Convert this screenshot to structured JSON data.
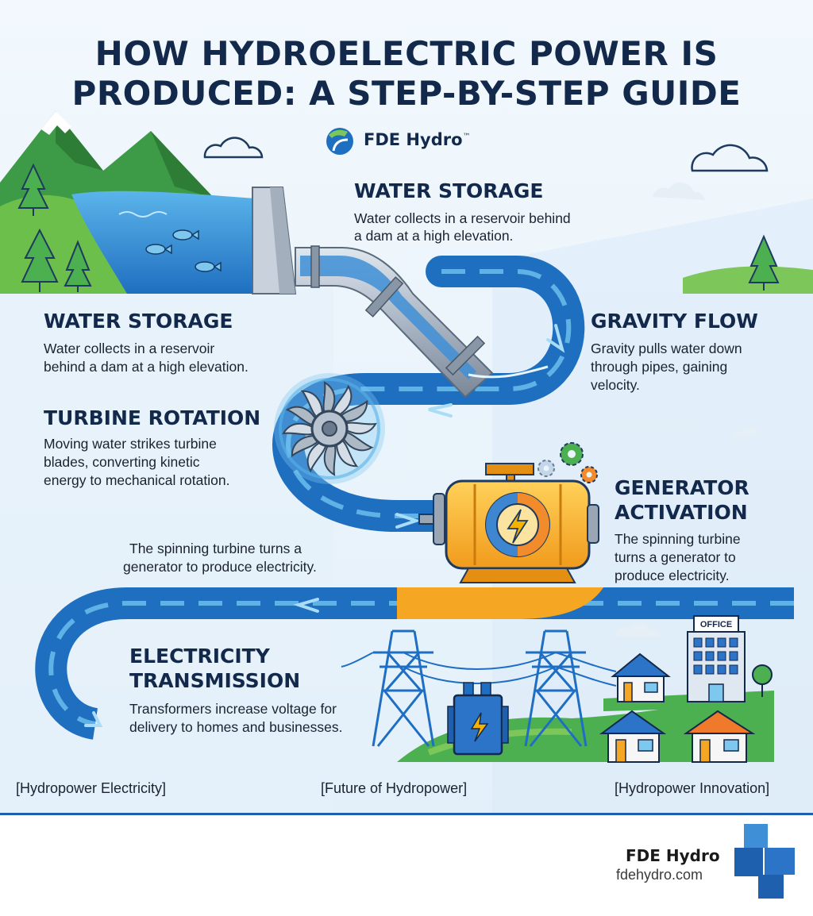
{
  "title": {
    "line1": "HOW HYDROELECTRIC POWER IS",
    "line2": "PRODUCED: A STEP-BY-STEP GUIDE"
  },
  "brand": {
    "name": "FDE Hydro",
    "mark": "™"
  },
  "steps": {
    "water_storage_top": {
      "heading": "WATER STORAGE",
      "line1": "Water collects in a reservoir behind",
      "line2": "a dam at a high elevation."
    },
    "water_storage_left": {
      "heading": "WATER STORAGE",
      "line1": "Water collects in a reservoir",
      "line2": "behind a dam at a high elevation."
    },
    "gravity_flow": {
      "heading": "GRAVITY FLOW",
      "line1": "Gravity pulls water down",
      "line2": "through pipes, gaining",
      "line3": "velocity."
    },
    "turbine_rotation": {
      "heading": "TURBINE ROTATION",
      "line1": "Moving water strikes turbine",
      "line2": "blades, converting kinetic",
      "line3": "energy to mechanical rotation."
    },
    "generator_caption": {
      "line1": "The spinning turbine turns a",
      "line2": "generator to produce electricity."
    },
    "generator_activation": {
      "heading1": "GENERATOR",
      "heading2": "ACTIVATION",
      "line1": "The spinning turbine",
      "line2": "turns a generator to",
      "line3": "produce electricity."
    },
    "electricity_transmission": {
      "heading1": "ELECTRICITY",
      "heading2": "TRANSMISSION",
      "line1": "Transformers increase voltage for",
      "line2": "delivery to homes and businesses."
    }
  },
  "building_sign": "OFFICE",
  "links": {
    "electricity": "[Hydropower Electricity]",
    "future": "[Future of Hydropower]",
    "innovation": "[Hydropower Innovation]"
  },
  "footer": {
    "name": "FDE Hydro",
    "url": "fdehydro.com"
  },
  "colors": {
    "navy": "#13294b",
    "water_blue": "#1f6fc0",
    "light_water": "#6ec3ef",
    "generator_orange": "#f5a623",
    "grass_green": "#4caf50",
    "background": "#eaf4fb"
  },
  "icons": [
    "cloud-icon",
    "mountain-icon",
    "pine-tree-icon",
    "fish-icon",
    "dam-icon",
    "penstock-pipe-icon",
    "turbine-icon",
    "generator-icon",
    "gear-icon",
    "lightning-icon",
    "transmission-tower-icon",
    "transformer-icon",
    "house-icon",
    "office-building-icon",
    "flow-arrow-icon",
    "brand-logo-icon"
  ]
}
